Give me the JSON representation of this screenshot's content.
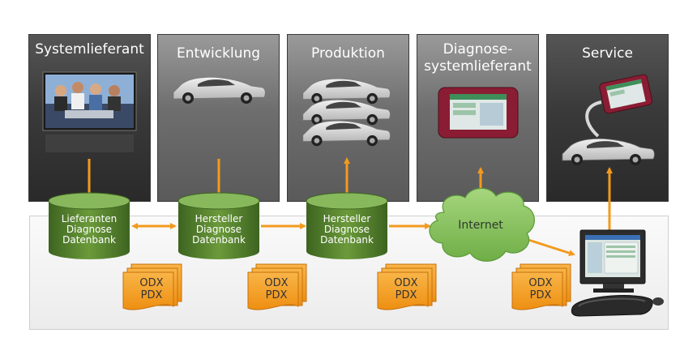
{
  "panels": [
    {
      "title": "Systemlieferant"
    },
    {
      "title": "Entwicklung"
    },
    {
      "title": "Produktion"
    },
    {
      "title": "Diagnose-\nsystemlieferant"
    },
    {
      "title": "Service"
    }
  ],
  "databases": [
    {
      "label": "Lieferanten\nDiagnose\nDatenbank"
    },
    {
      "label": "Hersteller\nDiagnose\nDatenbank"
    },
    {
      "label": "Hersteller\nDiagnose\nDatenbank"
    }
  ],
  "cloud": {
    "label": "Internet"
  },
  "documents": [
    {
      "label": "ODX\nPDX"
    },
    {
      "label": "ODX\nPDX"
    },
    {
      "label": "ODX\nPDX"
    },
    {
      "label": "ODX\nPDX"
    }
  ],
  "colors": {
    "arrow": "#f39a1e",
    "database": "#4f7a2a",
    "document": "#f4a021",
    "cloud": "#8cc46a"
  },
  "icons": [
    "people-photo-icon",
    "car-icon",
    "diagnostic-tester-icon",
    "computer-workstation-icon"
  ]
}
